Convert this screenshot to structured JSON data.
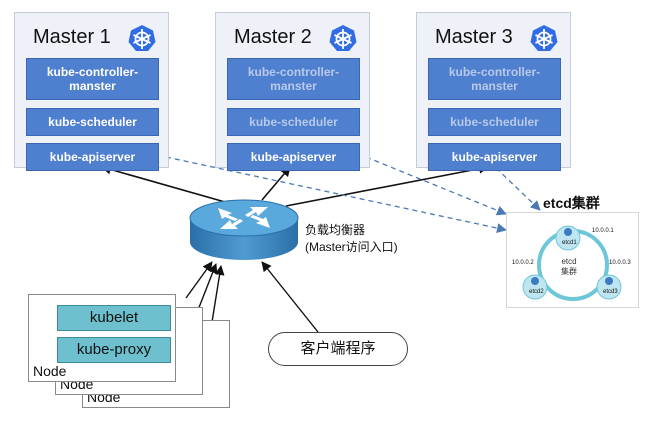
{
  "masters": [
    {
      "title": "Master 1",
      "components": [
        "kube-controller-\nmanster",
        "kube-scheduler",
        "kube-apiserver"
      ]
    },
    {
      "title": "Master 2",
      "components": [
        "kube-controller-\nmanster",
        "kube-scheduler",
        "kube-apiserver"
      ]
    },
    {
      "title": "Master 3",
      "components": [
        "kube-controller-\nmanster",
        "kube-scheduler",
        "kube-apiserver"
      ]
    }
  ],
  "load_balancer": {
    "line1": "负载均衡器",
    "line2": "(Master访问入口)"
  },
  "etcd_cluster": {
    "title": "etcd集群",
    "center": {
      "line1": "etcd",
      "line2": "集群"
    },
    "members": [
      {
        "name": "etcd1",
        "ip": "10.0.0.1"
      },
      {
        "name": "etcd2",
        "ip": "10.0.0.2"
      },
      {
        "name": "etcd3",
        "ip": "10.0.0.3"
      }
    ]
  },
  "node": {
    "components": [
      "kubelet",
      "kube-proxy"
    ],
    "label": "Node"
  },
  "client": {
    "label": "客户端程序"
  },
  "colors": {
    "component_blue": "#4f7fcf",
    "node_teal": "#6fc0ce",
    "arrow": "#111111",
    "dashed": "#4a7ab5"
  }
}
